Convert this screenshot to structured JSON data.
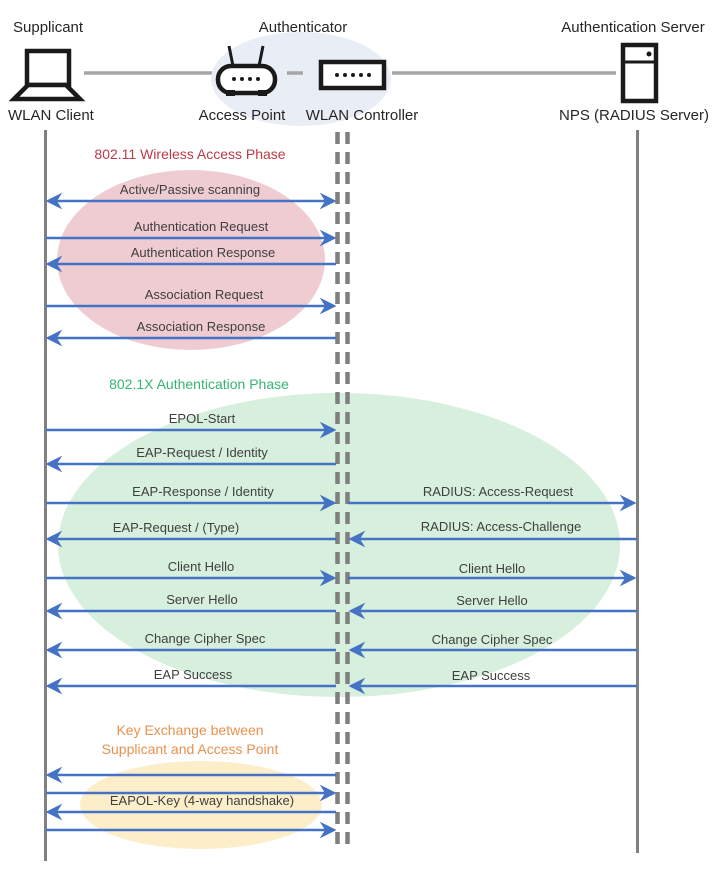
{
  "header": {
    "supplicant_role": "Supplicant",
    "authenticator_role": "Authenticator",
    "server_role": "Authentication Server",
    "supplicant_device": "WLAN Client",
    "access_point": "Access Point",
    "wlan_controller": "WLAN Controller",
    "server_device": "NPS (RADIUS Server)"
  },
  "phases": {
    "wireless_access": {
      "title": "802.11 Wireless Access Phase",
      "label_color": "#bc3a48",
      "fill": "#efccd2"
    },
    "authentication": {
      "title": "802.1X Authentication Phase",
      "label_color": "#35b574",
      "fill": "#d7efdd"
    },
    "key_exchange": {
      "title_line1": "Key Exchange between",
      "title_line2": "Supplicant and Access Point",
      "label_color": "#e8914e",
      "fill": "#fdeeca"
    }
  },
  "messages": {
    "scanning": "Active/Passive scanning",
    "auth_request": "Authentication Request",
    "auth_response": "Authentication Response",
    "assoc_request": "Association Request",
    "assoc_response": "Association Response",
    "epol_start": "EPOL-Start",
    "eap_request_identity": "EAP-Request / Identity",
    "eap_response_identity": "EAP-Response / Identity",
    "radius_access_request": "RADIUS: Access-Request",
    "eap_request_type": "EAP-Request / (Type)",
    "radius_access_challenge": "RADIUS: Access-Challenge",
    "client_hello_left": "Client Hello",
    "client_hello_right": "Client Hello",
    "server_hello_left": "Server Hello",
    "server_hello_right": "Server Hello",
    "change_cipher_left": "Change Cipher Spec",
    "change_cipher_right": "Change Cipher Spec",
    "eap_success_left": "EAP Success",
    "eap_success_right": "EAP Success",
    "eapol_key": "EAPOL-Key (4-way handshake)"
  },
  "colors": {
    "arrow": "#4472c4",
    "lifeline": "#808080",
    "connector": "#a6a6a6",
    "authenticator_halo": "#e9edf6",
    "message_text": "#3f3f3f"
  }
}
